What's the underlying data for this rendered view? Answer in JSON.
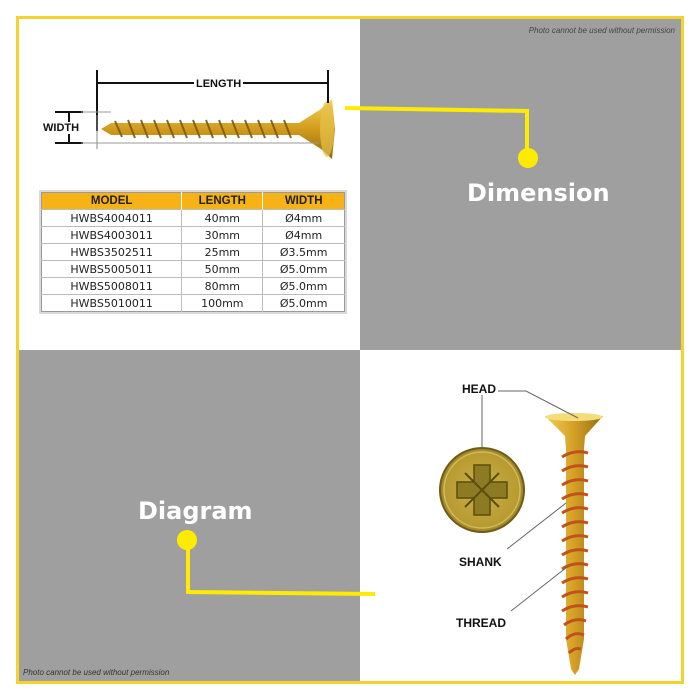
{
  "notices": {
    "top": "Photo cannot be used without permission",
    "bottom": "Photo cannot be used without permission"
  },
  "sections": {
    "dimension": "Dimension",
    "diagram": "Diagram"
  },
  "dimension_labels": {
    "length": "LENGTH",
    "width": "WIDTH"
  },
  "spec_table": {
    "headers": [
      "MODEL",
      "LENGTH",
      "WIDTH"
    ],
    "rows": [
      [
        "HWBS4004011",
        "40mm",
        "Ø4mm"
      ],
      [
        "HWBS4003011",
        "30mm",
        "Ø4mm"
      ],
      [
        "HWBS3502511",
        "25mm",
        "Ø3.5mm"
      ],
      [
        "HWBS5005011",
        "50mm",
        "Ø5.0mm"
      ],
      [
        "HWBS5008011",
        "80mm",
        "Ø5.0mm"
      ],
      [
        "HWBS5010011",
        "100mm",
        "Ø5.0mm"
      ]
    ]
  },
  "parts": {
    "head": "HEAD",
    "shank": "SHANK",
    "thread": "THREAD"
  },
  "colors": {
    "frame": "#f2d330",
    "accent_yellow": "#ffeb00",
    "grey_panel": "#a09fa0",
    "table_header": "#f7b218",
    "screw_gold": "#d6a62a"
  }
}
